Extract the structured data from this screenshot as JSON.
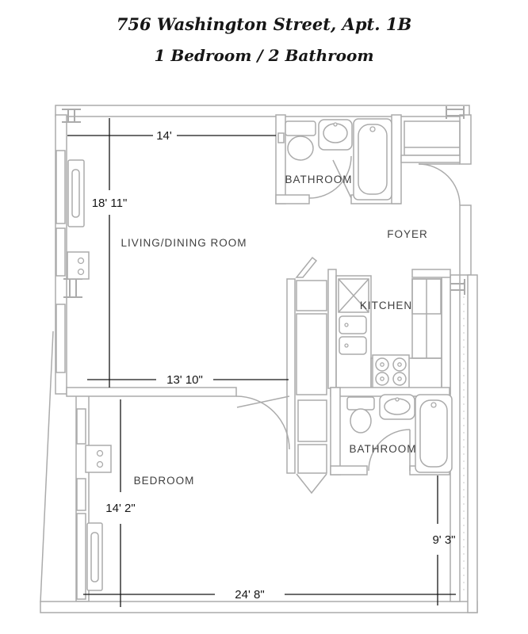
{
  "header": {
    "title": "756 Washington Street, Apt. 1B",
    "subtitle": "1 Bedroom / 2 Bathroom"
  },
  "rooms": {
    "living_dining": {
      "label": "LIVING/DINING ROOM"
    },
    "bathroom_upper": {
      "label": "BATHROOM"
    },
    "foyer": {
      "label": "FOYER"
    },
    "kitchen": {
      "label": "KITCHEN"
    },
    "bathroom_lower": {
      "label": "BATHROOM"
    },
    "bedroom": {
      "label": "BEDROOM"
    }
  },
  "dimensions": {
    "living_width": "14'",
    "living_length": "18' 11\"",
    "bedroom_width": "13' 10\"",
    "bedroom_length": "14' 2\"",
    "rear_depth": "9' 3\"",
    "overall_width": "24' 8\""
  },
  "fixture_types": [
    "toilet",
    "bathroom-sink",
    "bathtub",
    "kitchen-double-sink",
    "stove-4-burner",
    "refrigerator",
    "dishwasher-x",
    "closet",
    "door-swing",
    "window",
    "radiator",
    "outlet-box",
    "steel-column"
  ],
  "colors": {
    "wall": "#ababab",
    "dimension_line": "#161616",
    "label_text": "#404040",
    "background": "#ffffff"
  }
}
